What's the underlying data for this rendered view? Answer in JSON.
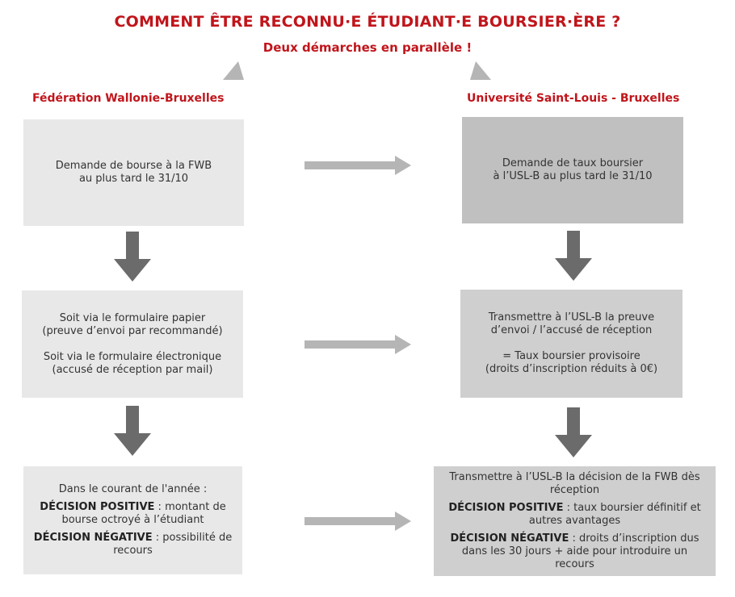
{
  "header": {
    "title": "COMMENT ÊTRE RECONNU·E ÉTUDIANT·E BOURSIER·ÈRE ?",
    "subtitle": "Deux démarches en parallèle !"
  },
  "colors": {
    "accent": "#c0151b",
    "box_light": "#e8e8e8",
    "box_mid": "#cfcfcf",
    "arrow_dark": "#6b6b6b",
    "arrow_light": "#b5b5b5"
  },
  "left": {
    "heading": "Fédération Wallonie-Bruxelles",
    "step1": {
      "line1": "Demande de bourse à la FWB",
      "line2": "au plus tard le 31/10"
    },
    "step2": {
      "line1": "Soit via le formulaire papier",
      "line2": "(preuve d’envoi par recommandé)",
      "line3": "Soit via le formulaire électronique",
      "line4": "(accusé de réception par mail)"
    },
    "step3": {
      "intro": "Dans le courant de l'année :",
      "positive_label": "DÉCISION POSITIVE",
      "positive_text": " : montant de bourse octroyé à l’étudiant",
      "negative_label": "DÉCISION NÉGATIVE",
      "negative_text": " : possibilité de recours"
    }
  },
  "right": {
    "heading": "Université Saint-Louis - Bruxelles",
    "step1": {
      "line1": "Demande de taux boursier",
      "line2": "à l’USL-B au plus tard le 31/10"
    },
    "step2": {
      "line1": "Transmettre à l’USL-B la preuve",
      "line2": "d’envoi / l’accusé de réception",
      "line3": "= Taux boursier provisoire",
      "line4": "(droits d’inscription réduits à 0€)"
    },
    "step3": {
      "intro": "Transmettre à l’USL-B la décision de la FWB dès réception",
      "positive_label": "DÉCISION POSITIVE",
      "positive_text": " : taux boursier définitif et autres avantages",
      "negative_label": "DÉCISION NÉGATIVE",
      "negative_text": " : droits d’inscription dus dans les 30 jours + aide pour introduire un recours"
    }
  }
}
